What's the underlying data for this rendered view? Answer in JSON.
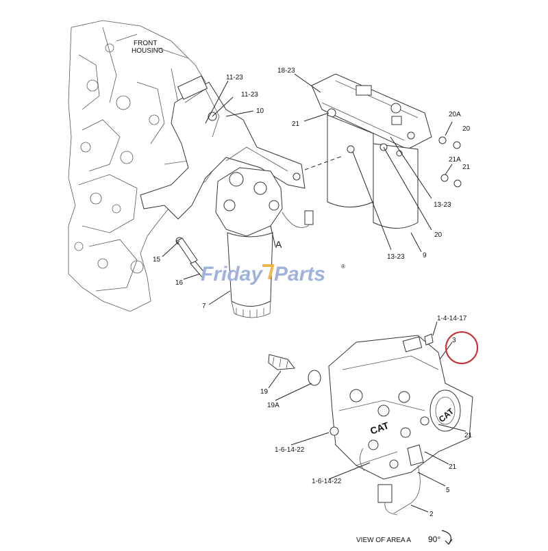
{
  "watermark": {
    "part1": "Friday",
    "part2": "Parts",
    "registered": "®"
  },
  "engine": {
    "label_line1": "FRONT",
    "label_line2": "HOUSING"
  },
  "callouts": {
    "c_11_23_a": "11-23",
    "c_11_23_b": "11-23",
    "c_10": "10",
    "c_18_23": "18-23",
    "c_21_top": "21",
    "c_20a": "20A",
    "c_20_top": "20",
    "c_21a": "21A",
    "c_21_right": "21",
    "c_13_23_a": "13-23",
    "c_20_mid": "20",
    "c_13_23_b": "13-23",
    "c_9": "9",
    "c_a": "A",
    "c_15": "15",
    "c_16": "16",
    "c_7": "7",
    "c_1_4_14_17": "1-4-14-17",
    "c_3": "3",
    "c_19": "19",
    "c_19a": "19A",
    "c_1_6_14_22_a": "1-6-14-22",
    "c_1_6_14_22_b": "1-6-14-22",
    "c_21_d1": "21",
    "c_21_d2": "21",
    "c_5": "5",
    "c_2": "2"
  },
  "view": {
    "caption": "VIEW OF AREA A",
    "rotation": "90°"
  },
  "brand_mark": "CAT",
  "colors": {
    "highlight_circle": "#cc2a2a",
    "line": "#222222"
  }
}
